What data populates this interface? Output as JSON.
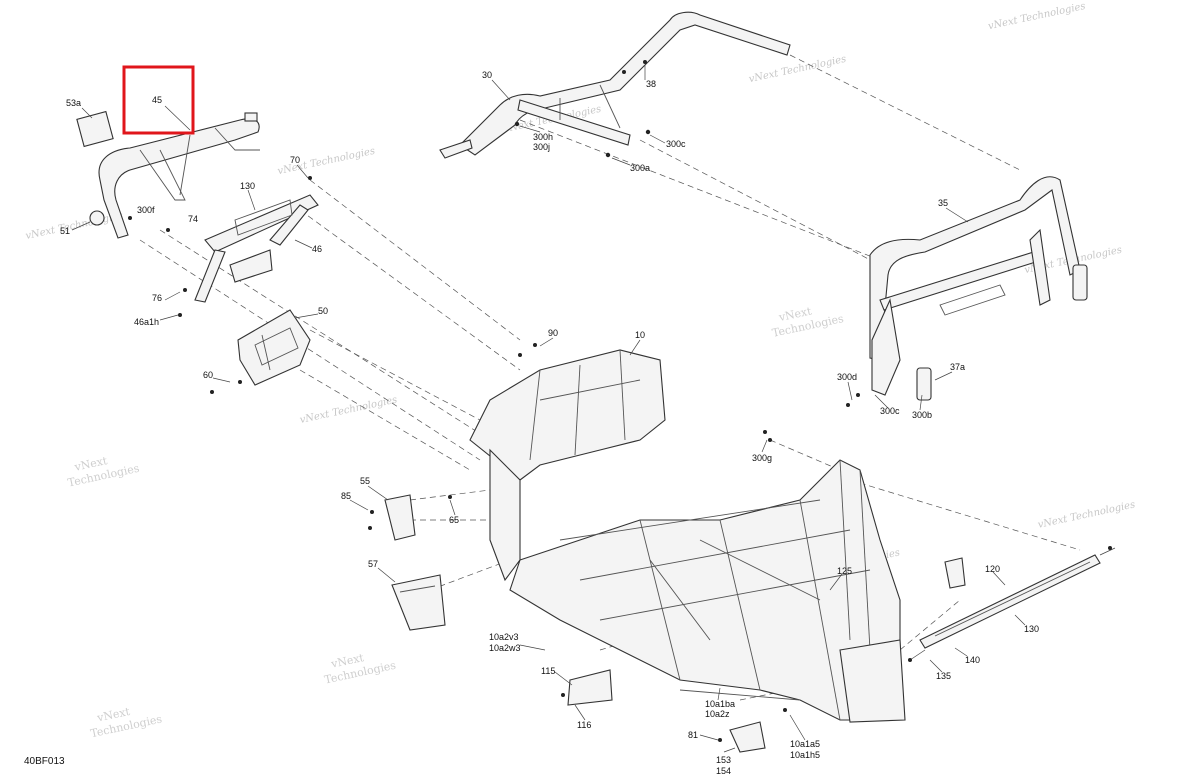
{
  "diagram_code": "40BF013",
  "callouts": [
    {
      "id": "53a",
      "text": "53a"
    },
    {
      "id": "45",
      "text": "45"
    },
    {
      "id": "70",
      "text": "70"
    },
    {
      "id": "300f",
      "text": "300f"
    },
    {
      "id": "74",
      "text": "74"
    },
    {
      "id": "51",
      "text": "51"
    },
    {
      "id": "130a",
      "text": "130"
    },
    {
      "id": "46",
      "text": "46"
    },
    {
      "id": "76",
      "text": "76"
    },
    {
      "id": "46a1h",
      "text": "46a1h"
    },
    {
      "id": "50",
      "text": "50"
    },
    {
      "id": "60",
      "text": "60"
    },
    {
      "id": "30",
      "text": "30"
    },
    {
      "id": "38",
      "text": "38"
    },
    {
      "id": "300h",
      "text": "300h"
    },
    {
      "id": "300j",
      "text": "300j"
    },
    {
      "id": "300c_top",
      "text": "300c"
    },
    {
      "id": "300a",
      "text": "300a"
    },
    {
      "id": "35",
      "text": "35"
    },
    {
      "id": "300d",
      "text": "300d"
    },
    {
      "id": "300c_right",
      "text": "300c"
    },
    {
      "id": "37a",
      "text": "37a"
    },
    {
      "id": "300b",
      "text": "300b"
    },
    {
      "id": "300g",
      "text": "300g"
    },
    {
      "id": "90",
      "text": "90"
    },
    {
      "id": "10",
      "text": "10"
    },
    {
      "id": "55",
      "text": "55"
    },
    {
      "id": "85",
      "text": "85"
    },
    {
      "id": "65",
      "text": "65"
    },
    {
      "id": "57",
      "text": "57"
    },
    {
      "id": "10a2v3",
      "text": "10a2v3"
    },
    {
      "id": "10a2w3",
      "text": "10a2w3"
    },
    {
      "id": "115",
      "text": "115"
    },
    {
      "id": "116",
      "text": "116"
    },
    {
      "id": "10a1ba",
      "text": "10a1ba"
    },
    {
      "id": "10a2z",
      "text": "10a2z"
    },
    {
      "id": "81",
      "text": "81"
    },
    {
      "id": "153",
      "text": "153"
    },
    {
      "id": "154",
      "text": "154"
    },
    {
      "id": "10a1a5",
      "text": "10a1a5"
    },
    {
      "id": "10a1h5",
      "text": "10a1h5"
    },
    {
      "id": "125",
      "text": "125"
    },
    {
      "id": "120",
      "text": "120"
    },
    {
      "id": "130b",
      "text": "130"
    },
    {
      "id": "140",
      "text": "140"
    },
    {
      "id": "135",
      "text": "135"
    }
  ],
  "watermark": {
    "line1": "vNext",
    "line2": "Technologies",
    "single": "vNext Technologies"
  },
  "highlight": {
    "target": "45",
    "color": "#e0161b"
  }
}
